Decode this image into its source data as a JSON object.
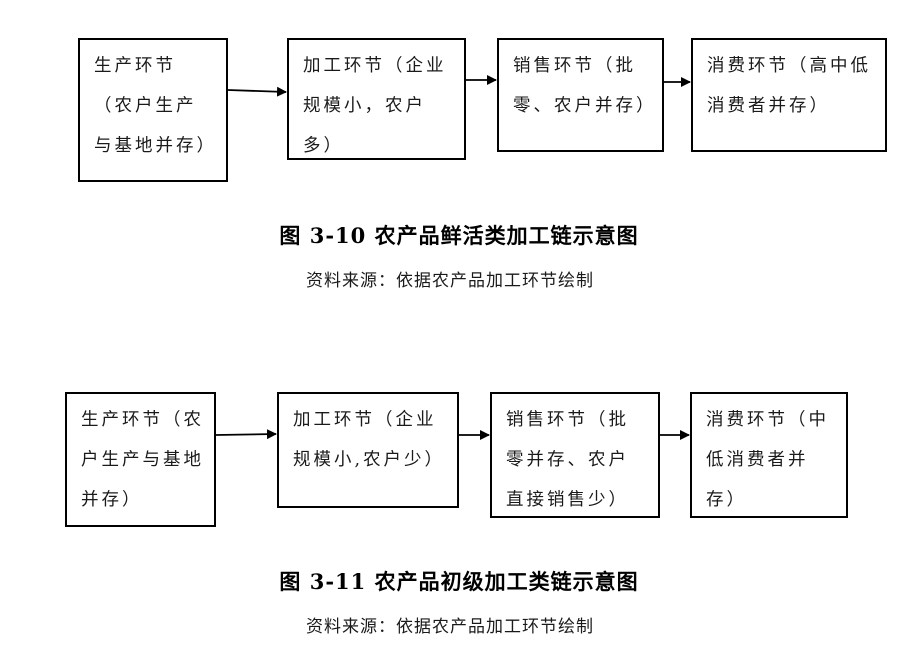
{
  "figure1": {
    "nodes": [
      "生产环节（农户生产与基地并存）",
      "加工环节（企业规模小，农户多）",
      "销售环节（批零、农户并存）",
      "消费环节（高中低消费者并存）"
    ],
    "caption": "图 3-10  农产品鲜活类加工链示意图",
    "source": "资料来源：依据农产品加工环节绘制"
  },
  "figure2": {
    "nodes": [
      "生产环节（农户生产与基地并存）",
      "加工环节（企业规模小,农户少）",
      "销售环节（批零并存、农户直接销售少）",
      "消费环节（中低消费者并存）"
    ],
    "caption": "图 3-11  农产品初级加工类链示意图",
    "source": "资料来源：依据农产品加工环节绘制"
  }
}
